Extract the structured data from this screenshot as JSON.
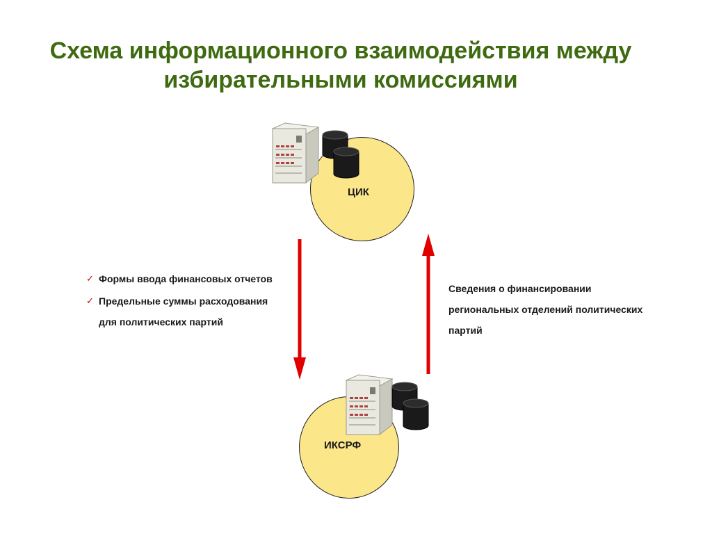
{
  "title": {
    "line1": "Схема информационного взаимодействия между",
    "line2": "избирательными комиссиями"
  },
  "nodes": {
    "top": {
      "label": "ЦИК"
    },
    "bottom": {
      "label": "ИКСРФ"
    }
  },
  "down_list": {
    "items": [
      "Формы ввода финансовых отчетов",
      "Предельные суммы расходования для политических партий"
    ]
  },
  "up_note": {
    "text": "Сведения о финансировании региональных отделений политических партий"
  },
  "colors": {
    "title": "#3e6a10",
    "node_fill": "#fbe68a",
    "arrow": "#e00000",
    "check": "#c00000"
  }
}
